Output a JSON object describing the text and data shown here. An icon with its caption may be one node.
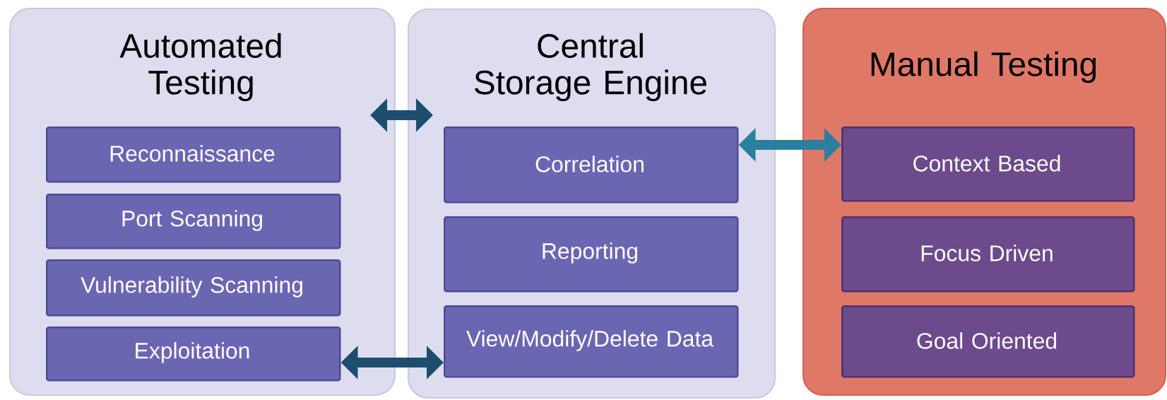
{
  "diagram": {
    "nodes": [
      {
        "text": [
          "Automated Testing"
        ]
      },
      {
        "text": [
          "Reconnaissance"
        ],
        "in": 0
      },
      {
        "text": [
          "Port Scanning"
        ],
        "in": 0
      },
      {
        "text": [
          "Vulnerability Scanning"
        ],
        "in": 0
      },
      {
        "text": [
          "Exploitation"
        ],
        "in": 0
      },
      {
        "text": [
          "Central Storage Engine"
        ]
      },
      {
        "text": [
          "Correlation"
        ],
        "in": 5
      },
      {
        "text": [
          "Reporting"
        ],
        "in": 5
      },
      {
        "text": [
          "View/Modify/Delete Data"
        ],
        "in": 5
      },
      {
        "text": [
          "Manual Testing"
        ]
      },
      {
        "text": [
          "Context Based"
        ],
        "in": 9
      },
      {
        "text": [
          "Focus Driven"
        ],
        "in": 9
      },
      {
        "text": [
          "Goal Oriented"
        ],
        "in": 9
      }
    ],
    "edges": [
      {
        "from": 0,
        "to": 5,
        "arrow": "both"
      },
      {
        "from": 4,
        "to": 8,
        "arrow": "both"
      },
      {
        "from": 6,
        "to": 10,
        "arrow": "both",
        "color": "#2a7f9e"
      }
    ]
  }
}
